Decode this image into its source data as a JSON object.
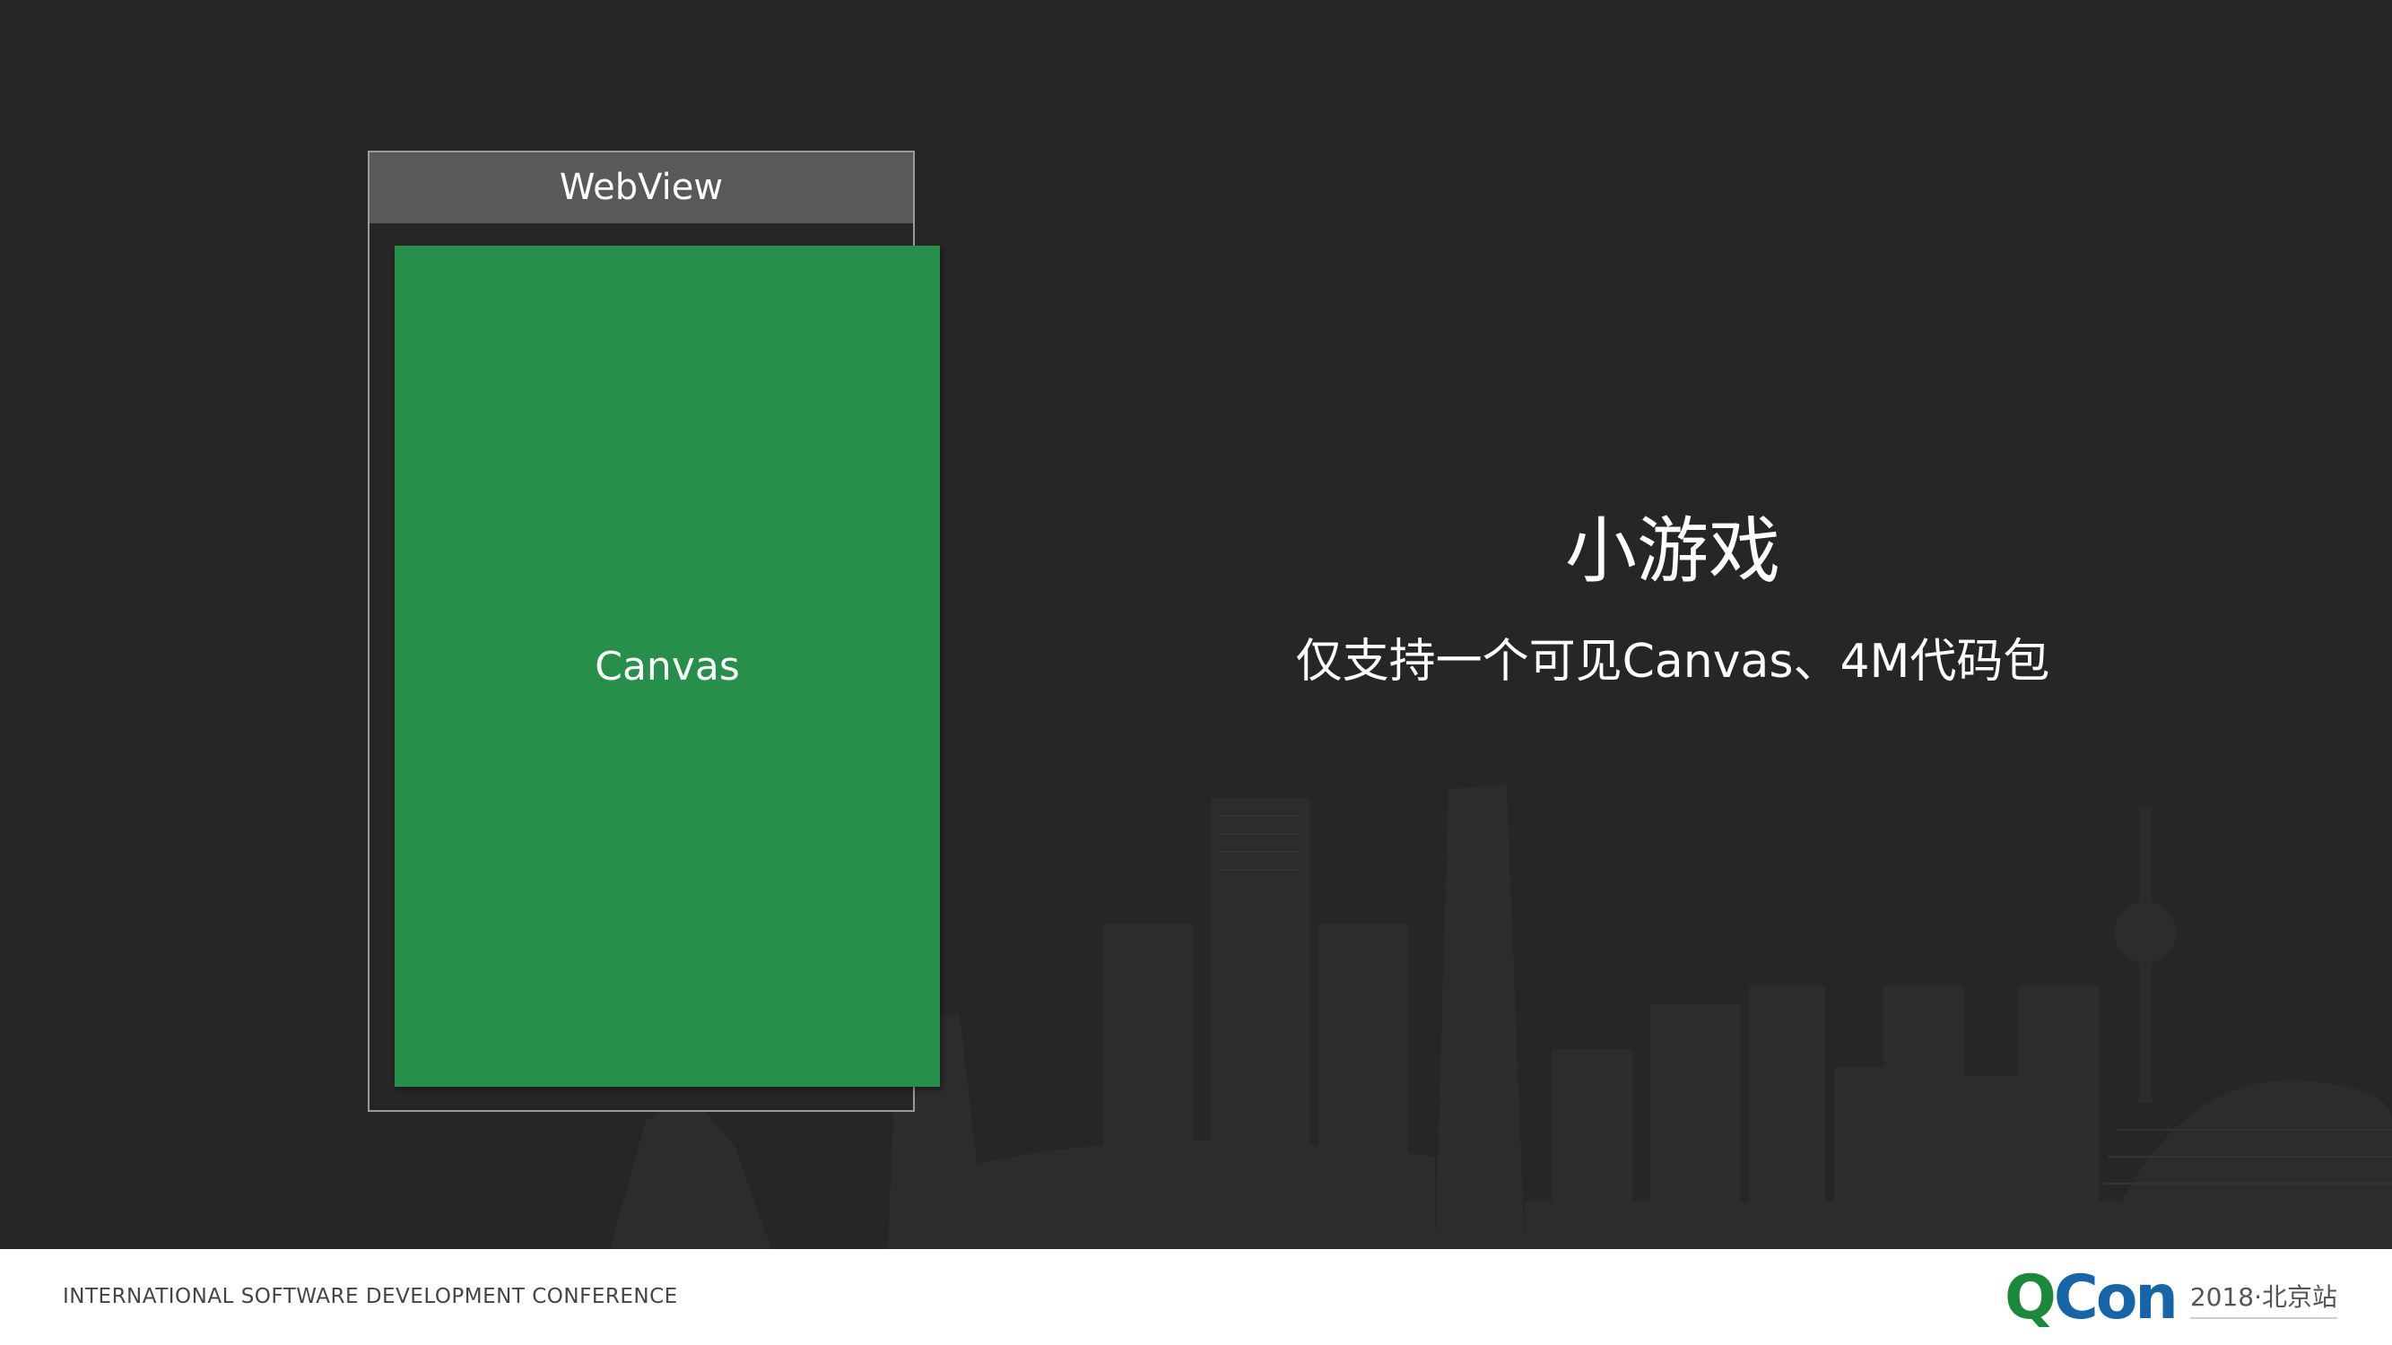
{
  "diagram": {
    "webview_label": "WebView",
    "canvas_label": "Canvas"
  },
  "text": {
    "title": "小游戏",
    "subtitle": "仅支持一个可见Canvas、4M代码包"
  },
  "footer": {
    "conference": "INTERNATIONAL SOFTWARE DEVELOPMENT CONFERENCE",
    "logo_q": "Q",
    "logo_con": "Con",
    "edition": "2018·北京站"
  },
  "colors": {
    "background": "#262626",
    "canvas_green": "#268f49",
    "webview_header": "#595959",
    "logo_green": "#1a8a3a",
    "logo_blue": "#1565a8"
  }
}
